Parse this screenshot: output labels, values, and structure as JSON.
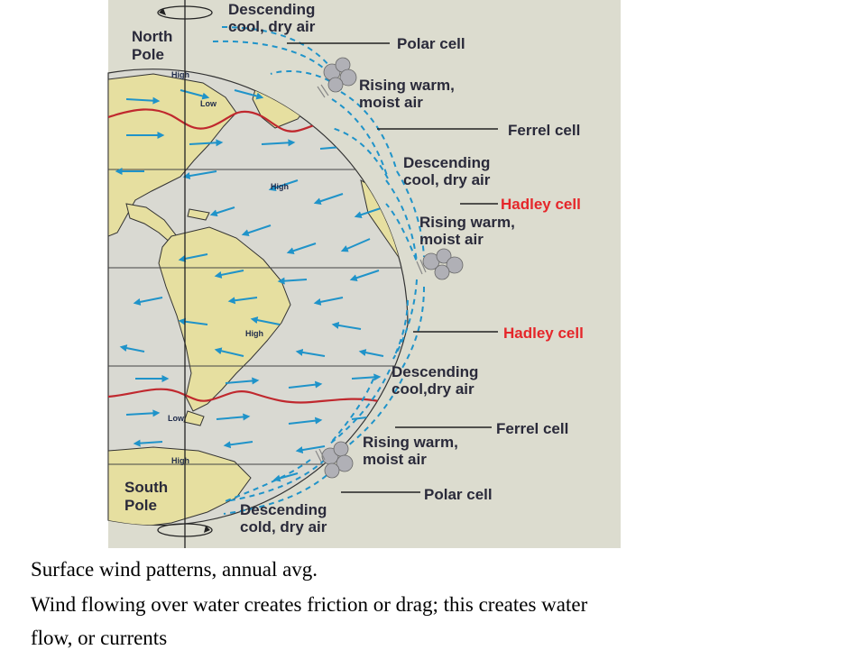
{
  "diagram": {
    "poles": {
      "north": "North\nPole",
      "south": "South\nPole"
    },
    "right_labels": [
      {
        "key": "desc1",
        "text": "Descending\ncool, dry air",
        "color": "dark"
      },
      {
        "key": "polar_n",
        "text": "Polar cell",
        "color": "dark"
      },
      {
        "key": "rise1",
        "text": "Rising warm,\nmoist air",
        "color": "dark"
      },
      {
        "key": "ferrel_n",
        "text": "Ferrel cell",
        "color": "dark"
      },
      {
        "key": "desc2",
        "text": "Descending\ncool, dry air",
        "color": "dark"
      },
      {
        "key": "hadley_n",
        "text": "Hadley cell",
        "color": "red"
      },
      {
        "key": "rise2",
        "text": "Rising warm,\nmoist air",
        "color": "dark"
      },
      {
        "key": "hadley_s",
        "text": "Hadley cell",
        "color": "red"
      },
      {
        "key": "desc3",
        "text": "Descending\ncool,dry air",
        "color": "dark"
      },
      {
        "key": "ferrel_s",
        "text": "Ferrel cell",
        "color": "dark"
      },
      {
        "key": "rise3",
        "text": "Rising warm,\nmoist air",
        "color": "dark"
      },
      {
        "key": "polar_s",
        "text": "Polar cell",
        "color": "dark"
      },
      {
        "key": "desc4",
        "text": "Descending\ncold, dry air",
        "color": "dark"
      }
    ],
    "pressure_labels": {
      "high_n": "High",
      "low_n": "Low",
      "high_mid": "High",
      "high_eq_s": "High",
      "low_s": "Low",
      "high_s": "High"
    }
  },
  "caption": {
    "line1": "Surface wind patterns, annual avg.",
    "line2": "Wind flowing over water creates friction or drag; this creates water",
    "line3": " flow, or currents"
  },
  "colors": {
    "panel": "#dcdccf",
    "ocean": "#d9d9d2",
    "land": "#e6dfa0",
    "wind_arrows": "#1f93c9",
    "front_lines": "#c0282e",
    "hadley_label": "#e5262a"
  }
}
